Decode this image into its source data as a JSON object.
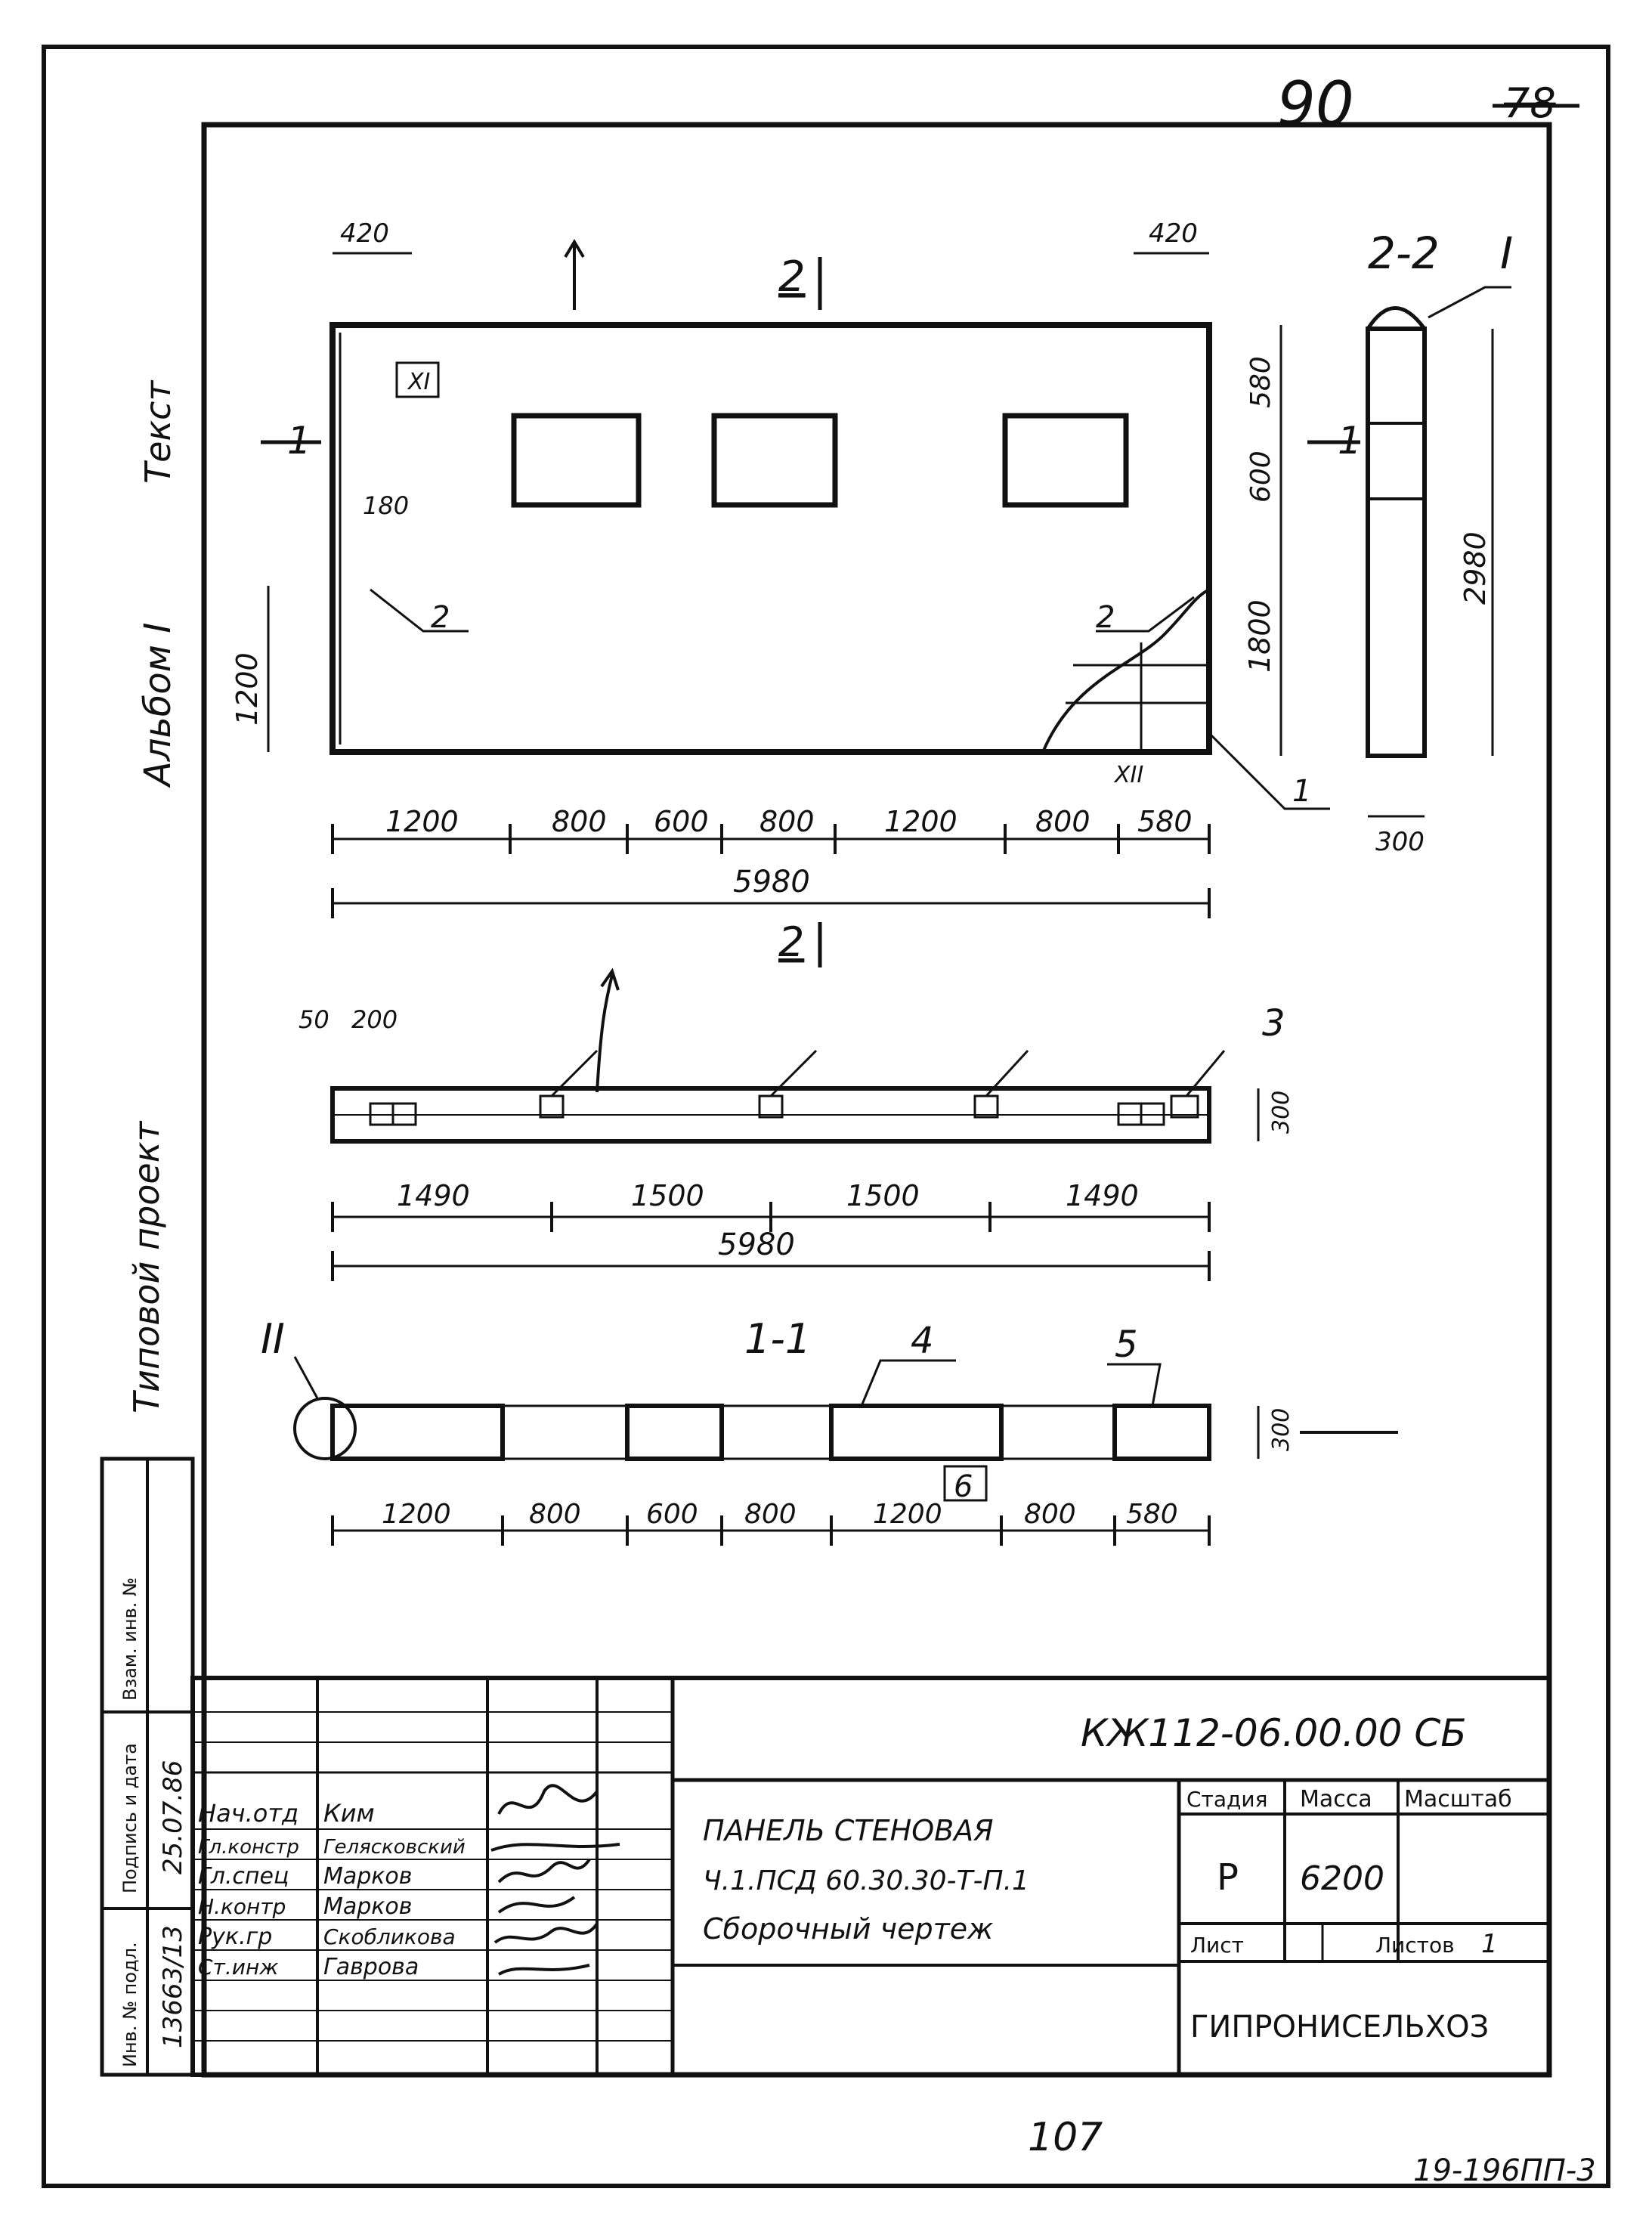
{
  "sheet": {
    "page_number": "90",
    "old_page_number": "78",
    "bottom_center_number": "107",
    "bottom_right_code": "19-196ПП-3"
  },
  "margin": {
    "album_label": "Альбом I",
    "album_note": "Текст",
    "typical_label": "Типовой проект",
    "side_table_headers": [
      "Инв. № подл.",
      "Подпись и дата",
      "Взам. инв. №"
    ],
    "inv_number": "13663/13",
    "inv_date": "25.07.86"
  },
  "front_view": {
    "section_2_label": "2",
    "section_1_label": "1",
    "top_dims": [
      "420",
      "420"
    ],
    "bottom_dims": [
      "1200",
      "800",
      "600",
      "800",
      "1200",
      "800",
      "580"
    ],
    "total_dim": "5980",
    "right_dims": [
      "580",
      "600",
      "1800"
    ],
    "left_dims": [
      "1200",
      "180"
    ],
    "callouts": [
      "2",
      "2",
      "1"
    ],
    "node_marks": [
      "XI",
      "XII"
    ]
  },
  "section_2_2": {
    "title": "2-2",
    "node": "I",
    "height_dim": "2980",
    "width_dim": "300"
  },
  "plan_view": {
    "section_label": "2",
    "top_dims": [
      "50",
      "200"
    ],
    "callout": "3",
    "thickness_dim": "300",
    "bottom_dims": [
      "1490",
      "1500",
      "1500",
      "1490"
    ],
    "total_dim": "5980"
  },
  "section_1_1": {
    "title": "1-1",
    "node": "II",
    "callouts": [
      "4",
      "5",
      "6"
    ],
    "thickness_dim": "300",
    "dims": [
      "1200",
      "800",
      "600",
      "800",
      "1200",
      "800",
      "580"
    ]
  },
  "title_block": {
    "doc_code": "КЖ112-06.00.00 СБ",
    "title_lines": [
      "ПАНЕЛЬ СТЕНОВАЯ",
      "Ч.1.ПСД 60.30.30-Т-П.1",
      "Сборочный чертеж"
    ],
    "stage_header": "Стадия",
    "mass_header": "Масса",
    "scale_header": "Масштаб",
    "stage_value": "Р",
    "mass_value": "6200",
    "sheet_label": "Лист",
    "sheets_label": "Листов",
    "sheets_value": "1",
    "organization": "ГИПРОНИСЕЛЬХОЗ",
    "roles": [
      {
        "role": "Нач.отд",
        "name": "Ким"
      },
      {
        "role": "Гл.констр",
        "name": "Гелясковский"
      },
      {
        "role": "Гл.спец",
        "name": "Марков"
      },
      {
        "role": "Н.контр",
        "name": "Марков"
      },
      {
        "role": "Рук.гр",
        "name": "Скобликова"
      },
      {
        "role": "Ст.инж",
        "name": "Гаврова"
      }
    ]
  }
}
